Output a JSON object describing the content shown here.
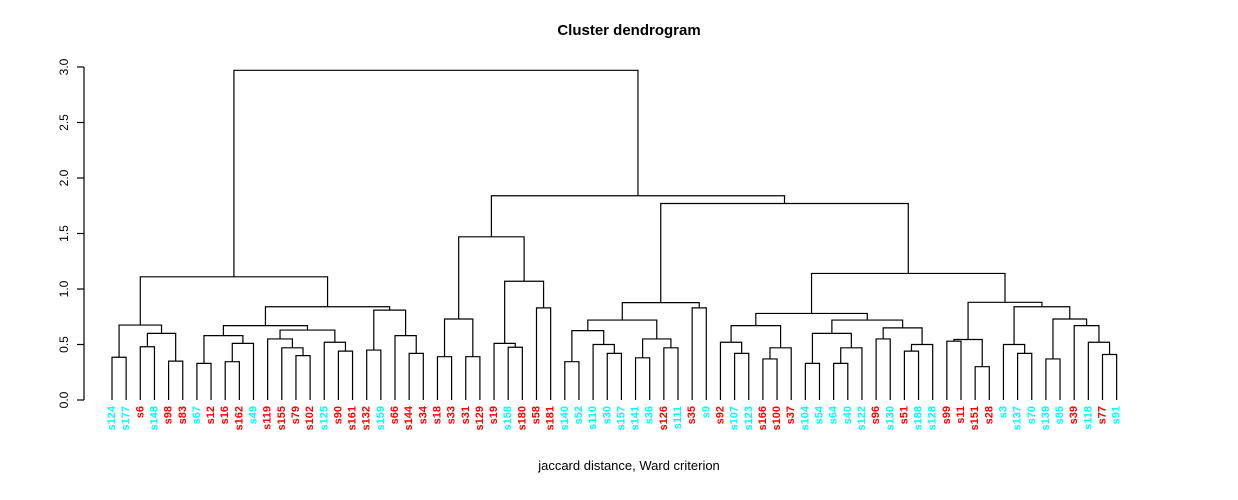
{
  "title": "Cluster dendrogram",
  "xlabel": "jaccard distance, Ward criterion",
  "chart_data": {
    "type": "dendrogram",
    "title": "Cluster dendrogram",
    "xlabel": "jaccard distance, Ward criterion",
    "ylim": [
      0,
      3
    ],
    "ytick_labels": [
      "0.0",
      "0.5",
      "1.0",
      "1.5",
      "2.0",
      "2.5",
      "3.0"
    ],
    "ytick_values": [
      0,
      0.5,
      1,
      1.5,
      2,
      2.5,
      3
    ],
    "grid": false,
    "legend": false,
    "root_height": 2.97,
    "label_colors": {
      "red": "#ff0000",
      "cyan": "#00ffff"
    },
    "line_color": "#000000",
    "leaves": [
      {
        "label": "s124",
        "color": "cyan"
      },
      {
        "label": "s177",
        "color": "cyan"
      },
      {
        "label": "s6",
        "color": "red"
      },
      {
        "label": "s148",
        "color": "cyan"
      },
      {
        "label": "s98",
        "color": "red"
      },
      {
        "label": "s83",
        "color": "red"
      },
      {
        "label": "s67",
        "color": "cyan"
      },
      {
        "label": "s12",
        "color": "red"
      },
      {
        "label": "s16",
        "color": "red"
      },
      {
        "label": "s162",
        "color": "red"
      },
      {
        "label": "s49",
        "color": "cyan"
      },
      {
        "label": "s119",
        "color": "red"
      },
      {
        "label": "s155",
        "color": "red"
      },
      {
        "label": "s79",
        "color": "red"
      },
      {
        "label": "s102",
        "color": "red"
      },
      {
        "label": "s125",
        "color": "cyan"
      },
      {
        "label": "s90",
        "color": "red"
      },
      {
        "label": "s161",
        "color": "red"
      },
      {
        "label": "s132",
        "color": "red"
      },
      {
        "label": "s159",
        "color": "cyan"
      },
      {
        "label": "s66",
        "color": "red"
      },
      {
        "label": "s144",
        "color": "red"
      },
      {
        "label": "s34",
        "color": "red"
      },
      {
        "label": "s18",
        "color": "red"
      },
      {
        "label": "s33",
        "color": "red"
      },
      {
        "label": "s31",
        "color": "red"
      },
      {
        "label": "s129",
        "color": "red"
      },
      {
        "label": "s19",
        "color": "red"
      },
      {
        "label": "s158",
        "color": "cyan"
      },
      {
        "label": "s180",
        "color": "red"
      },
      {
        "label": "s58",
        "color": "red"
      },
      {
        "label": "s181",
        "color": "red"
      },
      {
        "label": "s140",
        "color": "cyan"
      },
      {
        "label": "s52",
        "color": "cyan"
      },
      {
        "label": "s110",
        "color": "cyan"
      },
      {
        "label": "s30",
        "color": "cyan"
      },
      {
        "label": "s157",
        "color": "cyan"
      },
      {
        "label": "s141",
        "color": "cyan"
      },
      {
        "label": "s36",
        "color": "cyan"
      },
      {
        "label": "s126",
        "color": "red"
      },
      {
        "label": "s111",
        "color": "cyan"
      },
      {
        "label": "s35",
        "color": "red"
      },
      {
        "label": "s9",
        "color": "cyan"
      },
      {
        "label": "s92",
        "color": "red"
      },
      {
        "label": "s107",
        "color": "cyan"
      },
      {
        "label": "s123",
        "color": "cyan"
      },
      {
        "label": "s166",
        "color": "red"
      },
      {
        "label": "s100",
        "color": "red"
      },
      {
        "label": "s37",
        "color": "red"
      },
      {
        "label": "s104",
        "color": "cyan"
      },
      {
        "label": "s54",
        "color": "cyan"
      },
      {
        "label": "s64",
        "color": "cyan"
      },
      {
        "label": "s40",
        "color": "cyan"
      },
      {
        "label": "s122",
        "color": "cyan"
      },
      {
        "label": "s96",
        "color": "red"
      },
      {
        "label": "s130",
        "color": "cyan"
      },
      {
        "label": "s51",
        "color": "red"
      },
      {
        "label": "s188",
        "color": "cyan"
      },
      {
        "label": "s128",
        "color": "cyan"
      },
      {
        "label": "s99",
        "color": "red"
      },
      {
        "label": "s11",
        "color": "red"
      },
      {
        "label": "s151",
        "color": "red"
      },
      {
        "label": "s28",
        "color": "red"
      },
      {
        "label": "s3",
        "color": "cyan"
      },
      {
        "label": "s137",
        "color": "cyan"
      },
      {
        "label": "s70",
        "color": "cyan"
      },
      {
        "label": "s139",
        "color": "cyan"
      },
      {
        "label": "s85",
        "color": "cyan"
      },
      {
        "label": "s39",
        "color": "red"
      },
      {
        "label": "s118",
        "color": "cyan"
      },
      {
        "label": "s77",
        "color": "red"
      },
      {
        "label": "s91",
        "color": "cyan"
      }
    ],
    "tree": {
      "h": 2.97,
      "c": [
        {
          "h": 1.11,
          "c": [
            {
              "h": 0.675,
              "c": [
                {
                  "h": 0.385,
                  "c": [
                    "s124",
                    "s177"
                  ]
                },
                {
                  "h": 0.6,
                  "c": [
                    {
                      "h": 0.48,
                      "c": [
                        "s6",
                        "s148"
                      ]
                    },
                    {
                      "h": 0.35,
                      "c": [
                        "s98",
                        "s83"
                      ]
                    }
                  ]
                }
              ]
            },
            {
              "h": 0.84,
              "c": [
                {
                  "h": 0.67,
                  "c": [
                    {
                      "h": 0.58,
                      "c": [
                        {
                          "h": 0.33,
                          "c": [
                            "s67",
                            "s12"
                          ]
                        },
                        {
                          "h": 0.51,
                          "c": [
                            {
                              "h": 0.345,
                              "c": [
                                "s16",
                                "s162"
                              ]
                            },
                            "s49"
                          ]
                        }
                      ]
                    },
                    {
                      "h": 0.63,
                      "c": [
                        {
                          "h": 0.55,
                          "c": [
                            "s119",
                            {
                              "h": 0.47,
                              "c": [
                                "s155",
                                {
                                  "h": 0.4,
                                  "c": [
                                    "s79",
                                    "s102"
                                  ]
                                }
                              ]
                            }
                          ]
                        },
                        {
                          "h": 0.52,
                          "c": [
                            "s125",
                            {
                              "h": 0.44,
                              "c": [
                                "s90",
                                "s161"
                              ]
                            }
                          ]
                        }
                      ]
                    }
                  ]
                },
                {
                  "h": 0.81,
                  "c": [
                    {
                      "h": 0.45,
                      "c": [
                        "s132",
                        "s159"
                      ]
                    },
                    {
                      "h": 0.58,
                      "c": [
                        "s66",
                        {
                          "h": 0.42,
                          "c": [
                            "s144",
                            "s34"
                          ]
                        }
                      ]
                    }
                  ]
                }
              ]
            }
          ]
        },
        {
          "h": 1.84,
          "c": [
            {
              "h": 1.47,
              "c": [
                {
                  "h": 0.73,
                  "c": [
                    {
                      "h": 0.39,
                      "c": [
                        "s18",
                        "s33"
                      ]
                    },
                    {
                      "h": 0.39,
                      "c": [
                        "s31",
                        "s129"
                      ]
                    }
                  ]
                },
                {
                  "h": 1.07,
                  "c": [
                    {
                      "h": 0.51,
                      "c": [
                        "s19",
                        {
                          "h": 0.475,
                          "c": [
                            "s158",
                            "s180"
                          ]
                        }
                      ]
                    },
                    {
                      "h": 0.83,
                      "c": [
                        "s58",
                        "s181"
                      ]
                    }
                  ]
                }
              ]
            },
            {
              "h": 1.77,
              "c": [
                {
                  "h": 0.877,
                  "c": [
                    {
                      "h": 0.72,
                      "c": [
                        {
                          "h": 0.625,
                          "c": [
                            {
                              "h": 0.345,
                              "c": [
                                "s140",
                                "s52"
                              ]
                            },
                            {
                              "h": 0.5,
                              "c": [
                                "s110",
                                {
                                  "h": 0.42,
                                  "c": [
                                    "s30",
                                    "s157"
                                  ]
                                }
                              ]
                            }
                          ]
                        },
                        {
                          "h": 0.55,
                          "c": [
                            {
                              "h": 0.38,
                              "c": [
                                "s141",
                                "s36"
                              ]
                            },
                            {
                              "h": 0.47,
                              "c": [
                                "s126",
                                "s111"
                              ]
                            }
                          ]
                        }
                      ]
                    },
                    {
                      "h": 0.83,
                      "c": [
                        "s35",
                        "s9"
                      ]
                    }
                  ]
                },
                {
                  "h": 1.14,
                  "c": [
                    {
                      "h": 0.78,
                      "c": [
                        {
                          "h": 0.67,
                          "c": [
                            {
                              "h": 0.52,
                              "c": [
                                "s92",
                                {
                                  "h": 0.42,
                                  "c": [
                                    "s107",
                                    "s123"
                                  ]
                                }
                              ]
                            },
                            {
                              "h": 0.47,
                              "c": [
                                {
                                  "h": 0.37,
                                  "c": [
                                    "s166",
                                    "s100"
                                  ]
                                },
                                "s37"
                              ]
                            }
                          ]
                        },
                        {
                          "h": 0.72,
                          "c": [
                            {
                              "h": 0.6,
                              "c": [
                                {
                                  "h": 0.33,
                                  "c": [
                                    "s104",
                                    "s54"
                                  ]
                                },
                                {
                                  "h": 0.47,
                                  "c": [
                                    {
                                      "h": 0.33,
                                      "c": [
                                        "s64",
                                        "s40"
                                      ]
                                    },
                                    "s122"
                                  ]
                                }
                              ]
                            },
                            {
                              "h": 0.65,
                              "c": [
                                {
                                  "h": 0.55,
                                  "c": [
                                    "s96",
                                    "s130"
                                  ]
                                },
                                {
                                  "h": 0.5,
                                  "c": [
                                    {
                                      "h": 0.44,
                                      "c": [
                                        "s51",
                                        "s188"
                                      ]
                                    },
                                    "s128"
                                  ]
                                }
                              ]
                            }
                          ]
                        }
                      ]
                    },
                    {
                      "h": 0.88,
                      "c": [
                        {
                          "h": 0.545,
                          "c": [
                            {
                              "h": 0.53,
                              "c": [
                                "s99",
                                "s11"
                              ]
                            },
                            {
                              "h": 0.3,
                              "c": [
                                "s151",
                                "s28"
                              ]
                            }
                          ]
                        },
                        {
                          "h": 0.84,
                          "c": [
                            {
                              "h": 0.5,
                              "c": [
                                "s3",
                                {
                                  "h": 0.42,
                                  "c": [
                                    "s137",
                                    "s70"
                                  ]
                                }
                              ]
                            },
                            {
                              "h": 0.73,
                              "c": [
                                {
                                  "h": 0.37,
                                  "c": [
                                    "s139",
                                    "s85"
                                  ]
                                },
                                {
                                  "h": 0.67,
                                  "c": [
                                    "s39",
                                    {
                                      "h": 0.52,
                                      "c": [
                                        "s118",
                                        {
                                          "h": 0.41,
                                          "c": [
                                            "s77",
                                            "s91"
                                          ]
                                        }
                                      ]
                                    }
                                  ]
                                }
                              ]
                            }
                          ]
                        }
                      ]
                    }
                  ]
                }
              ]
            }
          ]
        }
      ]
    }
  }
}
